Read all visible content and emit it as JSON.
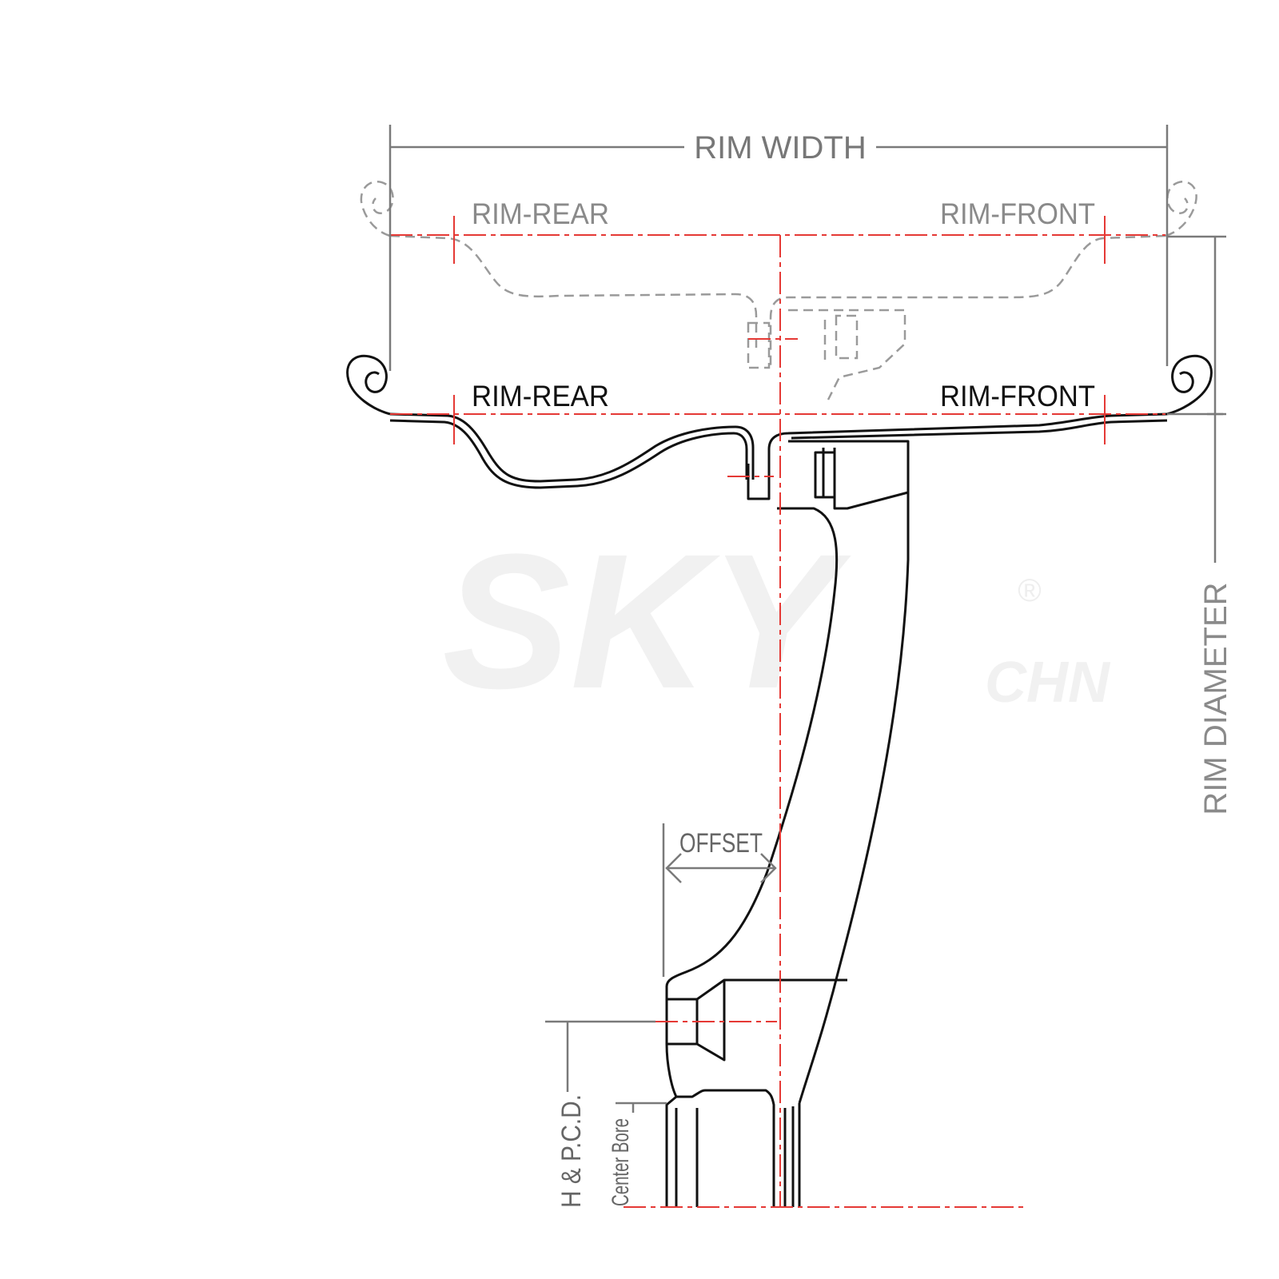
{
  "labels": {
    "rim_width": "RIM WIDTH",
    "rim_rear_ghost": "RIM-REAR",
    "rim_front_ghost": "RIM-FRONT",
    "rim_rear": "RIM-REAR",
    "rim_front": "RIM-FRONT",
    "rim_diameter": "RIM DIAMETER",
    "offset": "OFFSET",
    "hpcd": "H & P.C.D.",
    "center_bore": "Center Bore"
  },
  "watermark": {
    "brand": "SKY",
    "suffix": "CHN",
    "mark": "®"
  },
  "colors": {
    "outline": "#111111",
    "ghost": "#9a9a9a",
    "centerline": "#e53935",
    "dimension": "#7a7a7a",
    "watermark": "#f1f1f1"
  }
}
